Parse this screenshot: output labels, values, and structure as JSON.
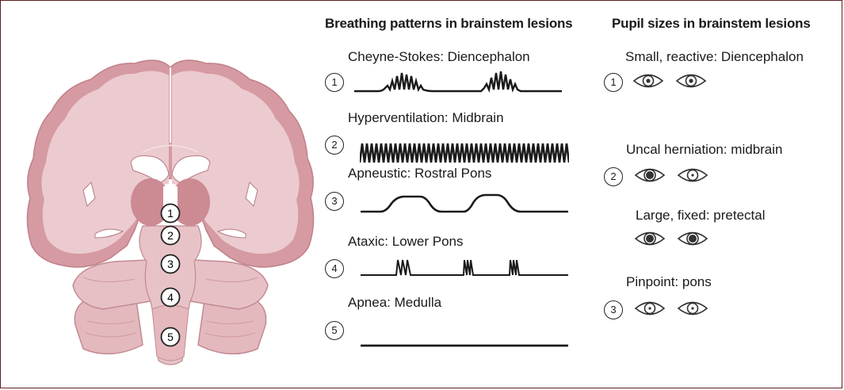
{
  "breathing": {
    "title": "Breathing patterns in brainstem lesions",
    "items": [
      {
        "num": "1",
        "label": "Cheyne-Stokes: Diencephalon",
        "pattern": "cheyne-stokes"
      },
      {
        "num": "2",
        "label": "Hyperventilation: Midbrain",
        "pattern": "hyperventilation"
      },
      {
        "num": "3",
        "label": "Apneustic: Rostral Pons",
        "pattern": "apneustic"
      },
      {
        "num": "4",
        "label": "Ataxic: Lower Pons",
        "pattern": "ataxic"
      },
      {
        "num": "5",
        "label": "Apnea: Medulla",
        "pattern": "flat"
      }
    ]
  },
  "pupils": {
    "title": "Pupil sizes in brainstem lesions",
    "items": [
      {
        "num": "1",
        "label": "Small, reactive: Diencephalon",
        "left_pupil": "small",
        "right_pupil": "small"
      },
      {
        "num": "2",
        "label": "Uncal herniation: midbrain",
        "left_pupil": "large",
        "right_pupil": "pinpoint"
      },
      {
        "num": "",
        "label": "Large, fixed: pretectal",
        "left_pupil": "large",
        "right_pupil": "large"
      },
      {
        "num": "3",
        "label": "Pinpoint: pons",
        "left_pupil": "pinpoint",
        "right_pupil": "pinpoint"
      }
    ]
  },
  "brain": {
    "markers": [
      "1",
      "2",
      "3",
      "4",
      "5"
    ]
  },
  "colors": {
    "frame": "#5a1f22",
    "brain_light": "#e8c4c8",
    "brain_dark": "#c9848d",
    "ink": "#1a1a1a"
  }
}
